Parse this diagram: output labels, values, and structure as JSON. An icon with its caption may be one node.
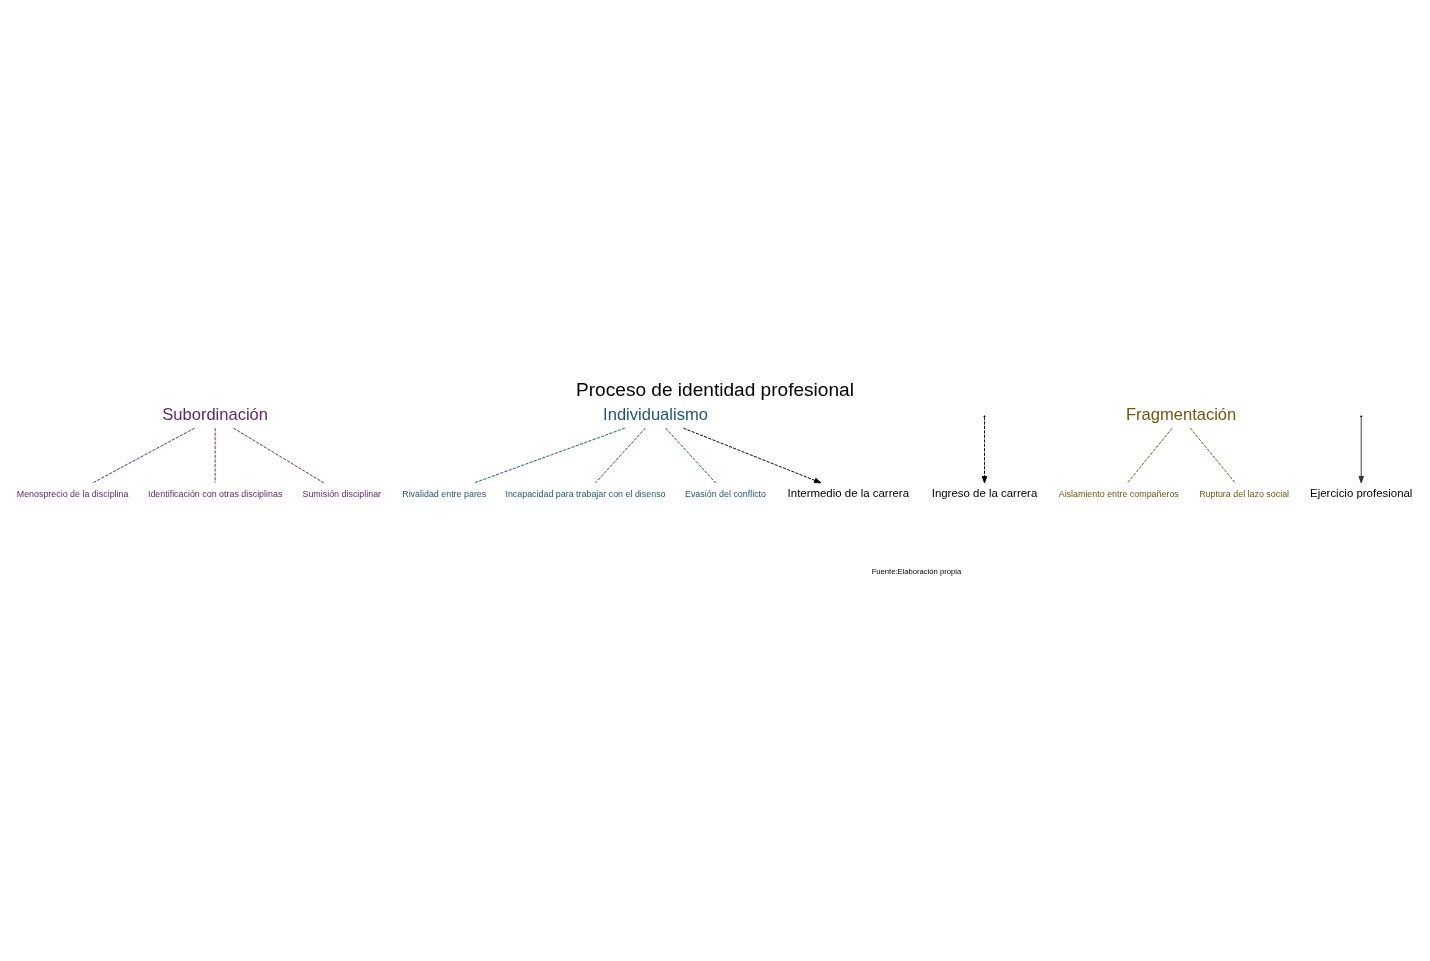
{
  "diagram": {
    "title": "Proceso de identidad profesional",
    "caption": "Fuente:Elaboración propia",
    "nodes": [
      {
        "text": [
          "Subordinación"
        ]
      },
      {
        "text": [
          "Menosprecio de la disciplina"
        ]
      },
      {
        "text": [
          "Identificación con otras disciplinas"
        ]
      },
      {
        "text": [
          "Sumisión disciplinar"
        ]
      },
      {
        "text": [
          "Individualismo"
        ]
      },
      {
        "text": [
          "Rivalidad entre pares"
        ]
      },
      {
        "text": [
          "Incapacidad para trabajar con el disenso"
        ]
      },
      {
        "text": [
          "Evasión del conflicto"
        ]
      },
      {
        "text": [
          "Fragmentación"
        ]
      },
      {
        "text": [
          "Aislamiento entre compañeros"
        ]
      },
      {
        "text": [
          "Ruptura del lazo social"
        ]
      },
      {
        "text": [
          "Ingreso de la carrera"
        ]
      },
      {
        "text": [
          "Intermedio de la carrera"
        ]
      },
      {
        "text": [
          "Ejercicio profesional"
        ]
      }
    ],
    "edges": [
      {
        "from": null,
        "to": 13,
        "arrow": "to",
        "color": "#333333"
      },
      {
        "from": null,
        "to": 11,
        "arrow": "to",
        "style": "dashed",
        "color": "#000000"
      },
      {
        "from": 4,
        "to": 12,
        "arrow": "to",
        "style": "dashed",
        "color": "#000000"
      },
      {
        "from": 0,
        "to": 1,
        "arrow": "none",
        "style": "dashed",
        "color": "#5b2a6e"
      },
      {
        "from": 0,
        "to": 2,
        "arrow": "none",
        "style": "dashed",
        "color": "#5b2a6e"
      },
      {
        "from": 0,
        "to": 3,
        "arrow": "none",
        "style": "dashed",
        "color": "#5b2a6e"
      },
      {
        "from": 4,
        "to": 5,
        "arrow": "none",
        "style": "dashed",
        "color": "#1f5a66"
      },
      {
        "from": 4,
        "to": 6,
        "arrow": "none",
        "style": "dashed",
        "color": "#1f5a66"
      },
      {
        "from": 4,
        "to": 7,
        "arrow": "none",
        "style": "dashed",
        "color": "#1f5a66"
      },
      {
        "from": 8,
        "to": 9,
        "arrow": "none",
        "style": "dashed",
        "color": "#6b5a10"
      },
      {
        "from": 8,
        "to": 10,
        "arrow": "none",
        "style": "dashed",
        "color": "#6b5a10"
      }
    ]
  }
}
